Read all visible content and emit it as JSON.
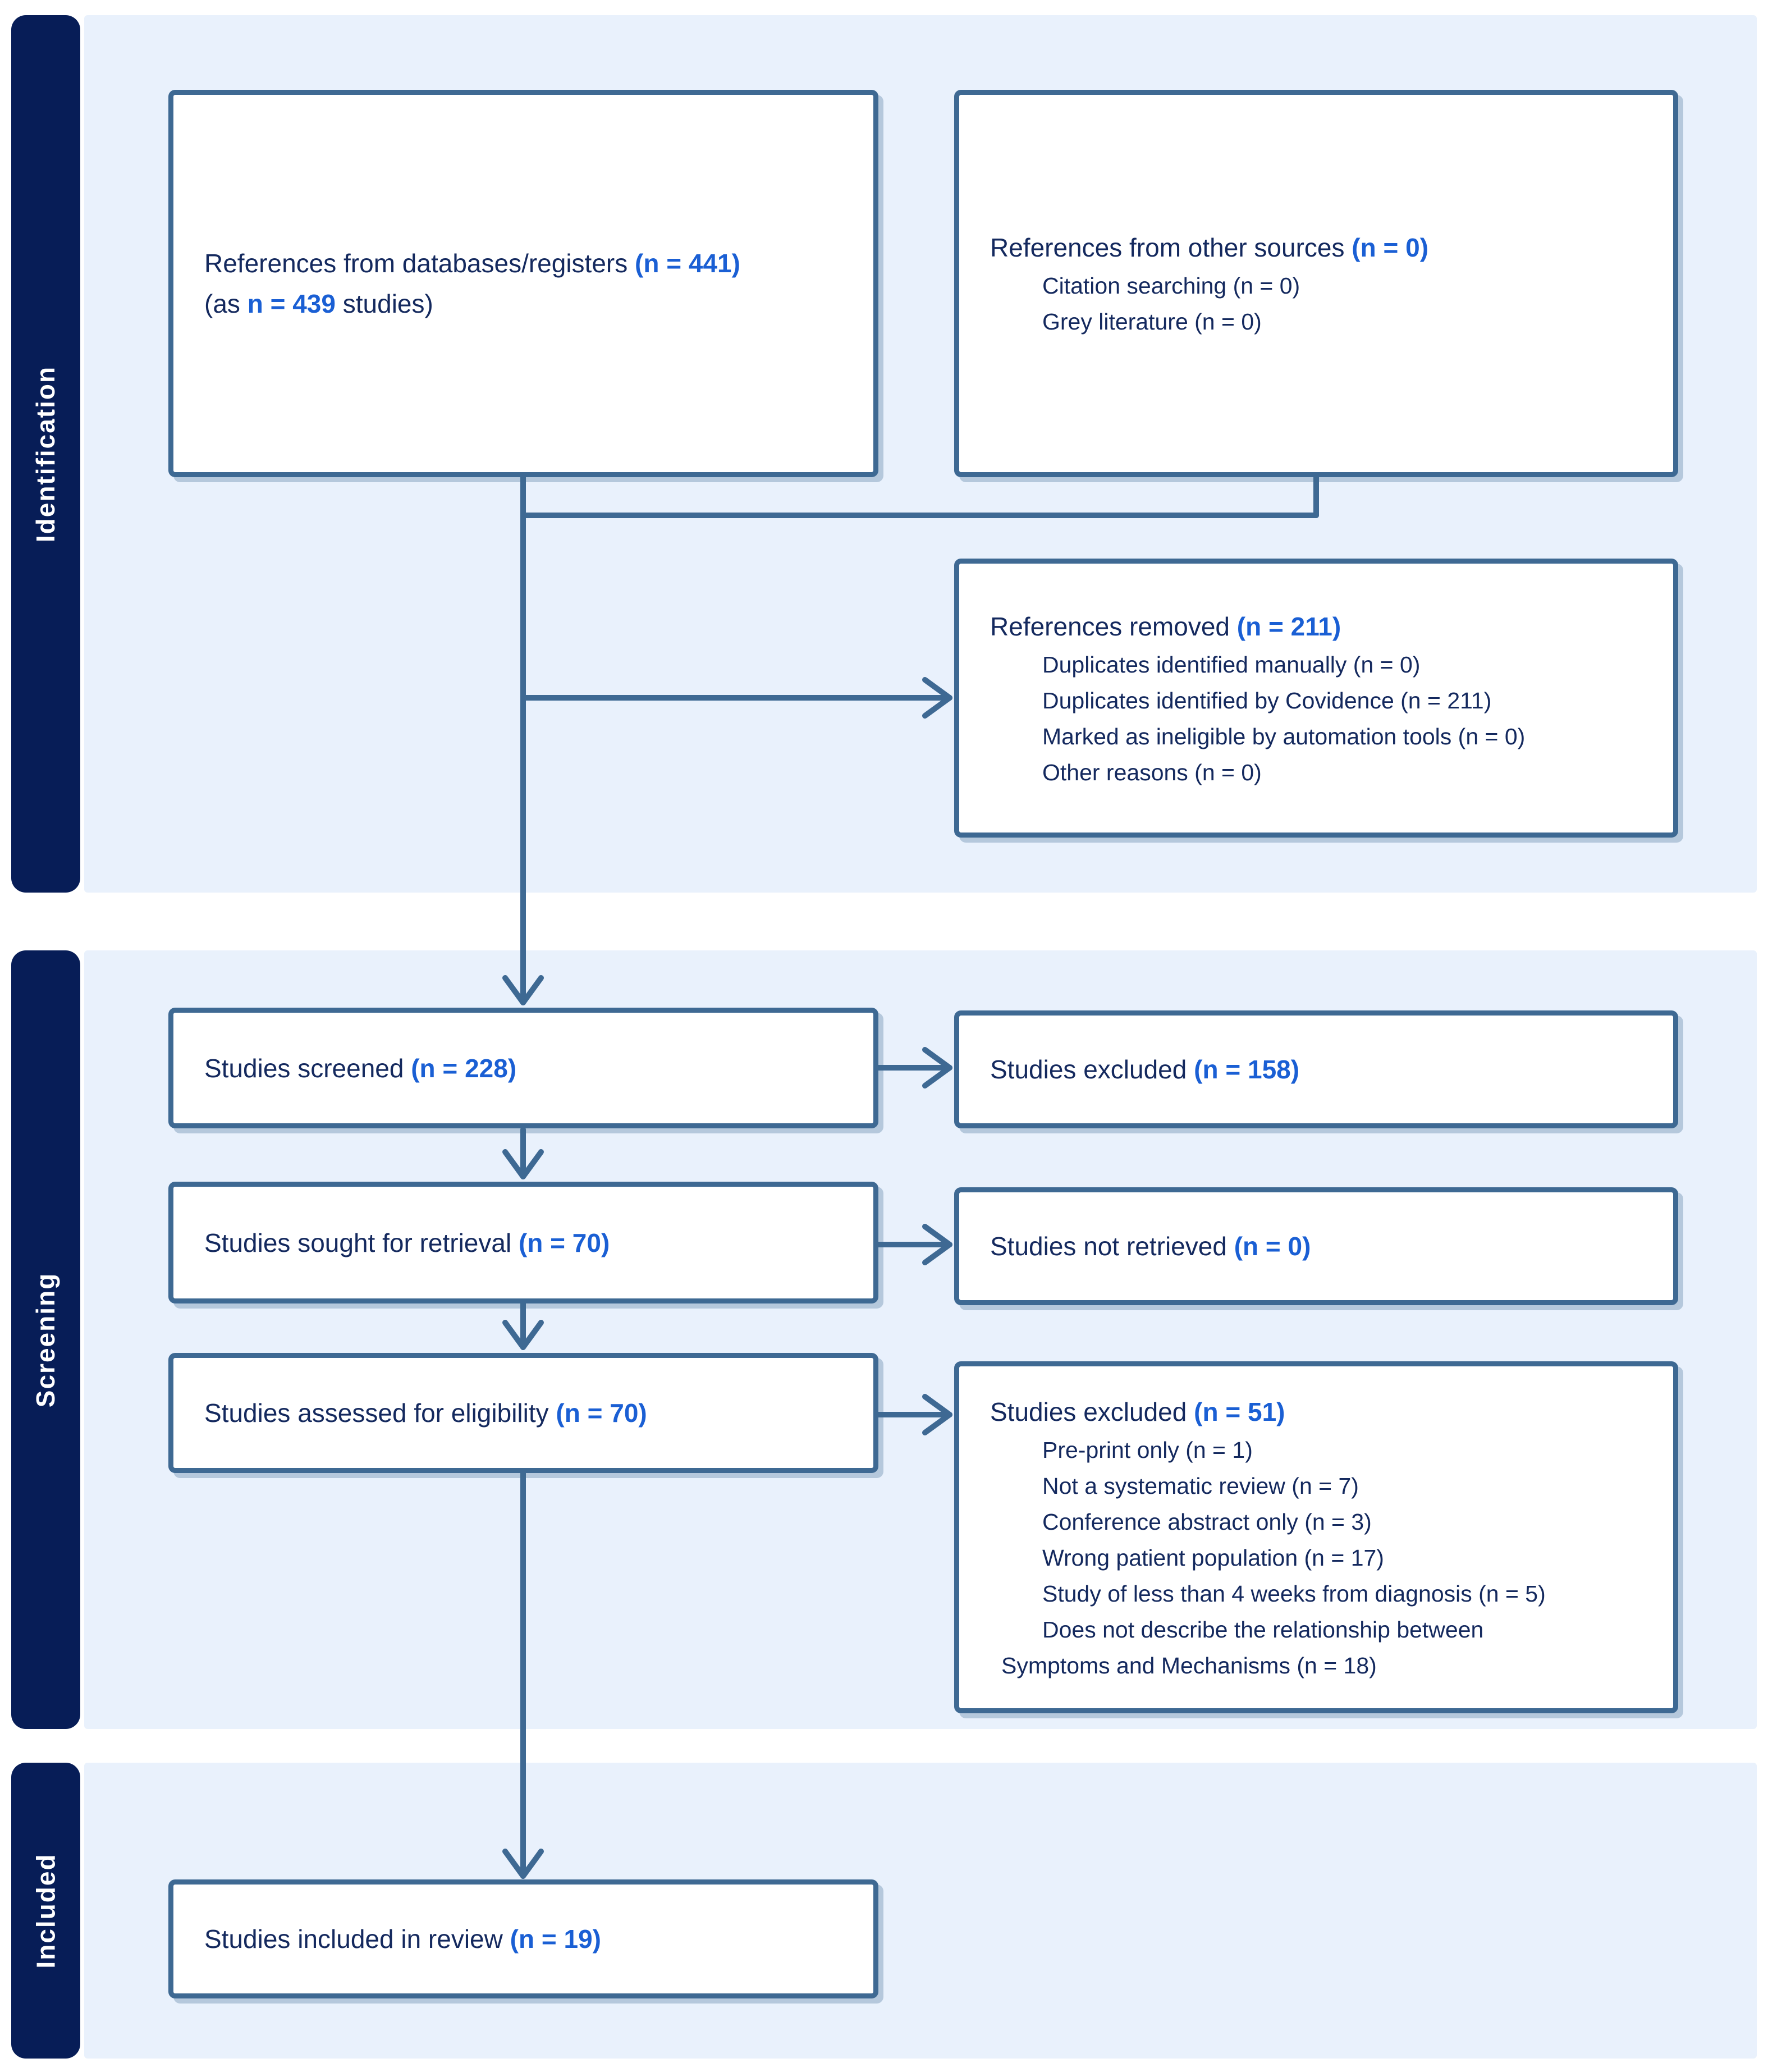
{
  "colors": {
    "sidebar_navy": "#071d57",
    "section_background": "#e9f1fc",
    "box_border": "#3e6993",
    "arrow": "#3e6993",
    "text_navy": "#14295e",
    "accent_blue": "#1a5fd4"
  },
  "sections": [
    {
      "label": "Identification"
    },
    {
      "label": "Screening"
    },
    {
      "label": "Included"
    }
  ],
  "boxes": {
    "references_databases": {
      "line1_pre": "References from databases/registers ",
      "line1_n": "(n = 441)",
      "line2_pre": "(as ",
      "line2_n": "n = 439",
      "line2_post": " studies)"
    },
    "references_other": {
      "title_pre": "References from other sources ",
      "title_n": "(n = 0)",
      "items": [
        "Citation searching (n = 0)",
        "Grey literature (n = 0)"
      ]
    },
    "references_removed": {
      "title_pre": "References removed ",
      "title_n": "(n = 211)",
      "items": [
        "Duplicates identified manually (n = 0)",
        "Duplicates identified by Covidence (n = 211)",
        "Marked as ineligible by automation tools (n = 0)",
        "Other reasons (n = 0)"
      ]
    },
    "studies_screened": {
      "pre": "Studies screened ",
      "n": "(n = 228)"
    },
    "studies_excluded_screening": {
      "pre": "Studies excluded ",
      "n": "(n = 158)"
    },
    "studies_sought": {
      "pre": "Studies sought for retrieval ",
      "n": "(n = 70)"
    },
    "studies_not_retrieved": {
      "pre": "Studies not retrieved ",
      "n": "(n = 0)"
    },
    "studies_assessed": {
      "pre": "Studies assessed for eligibility ",
      "n": "(n = 70)"
    },
    "studies_excluded_eligibility": {
      "title_pre": "Studies excluded ",
      "title_n": "(n = 51)",
      "items": [
        "Pre-print only (n = 1)",
        "Not a systematic review (n = 7)",
        "Conference abstract only (n = 3)",
        "Wrong patient population (n = 17)",
        "Study of less than 4 weeks from diagnosis (n = 5)",
        "Does not describe the relationship between"
      ],
      "wrap_line": "Symptoms and Mechanisms (n = 18)"
    },
    "studies_included": {
      "pre": "Studies included in review ",
      "n": "(n = 19)"
    }
  }
}
